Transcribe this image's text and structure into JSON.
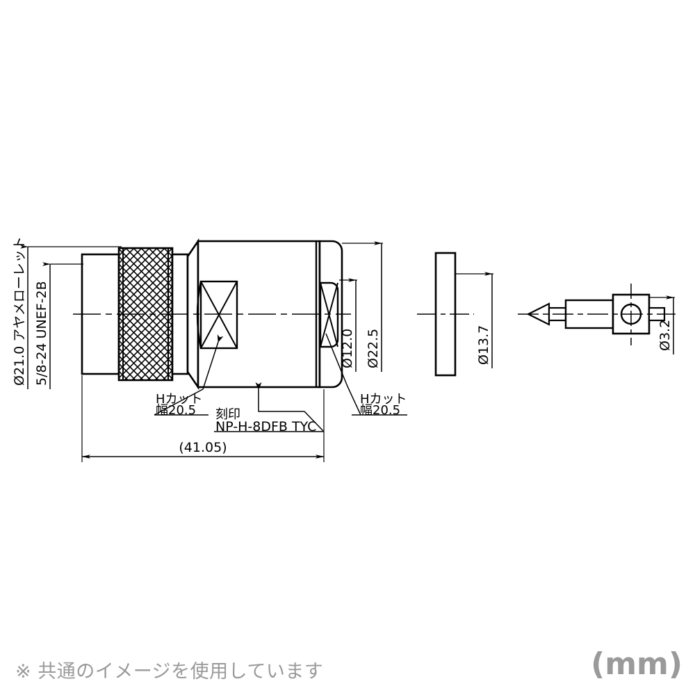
{
  "drawing": {
    "title": "N-type coaxial connector technical drawing",
    "unit_label": "(mm)",
    "footnote": "※ 共通のイメージを使用しています",
    "stroke_color": "#000000",
    "text_color": "#000000",
    "footnote_color": "#9a9a9a",
    "background": "#ffffff"
  },
  "labels": {
    "knurl_diameter": "Ø21.0 アヤメローレット",
    "thread_spec": "5/8-24 UNEF-2B",
    "bore_diameter": "Ø12.0",
    "body_diameter": "Ø22.5",
    "hcut_left_line1": "Hカット",
    "hcut_left_line2": "幅20.5",
    "hcut_right_line1": "Hカット",
    "hcut_right_line2": "幅20.5",
    "stamp_caption": "刻印",
    "stamp_text": "NP-H-8DFB TYC",
    "overall_length": "(41.05)",
    "gasket_diameter": "Ø13.7",
    "pin_diameter": "Ø3.2"
  }
}
